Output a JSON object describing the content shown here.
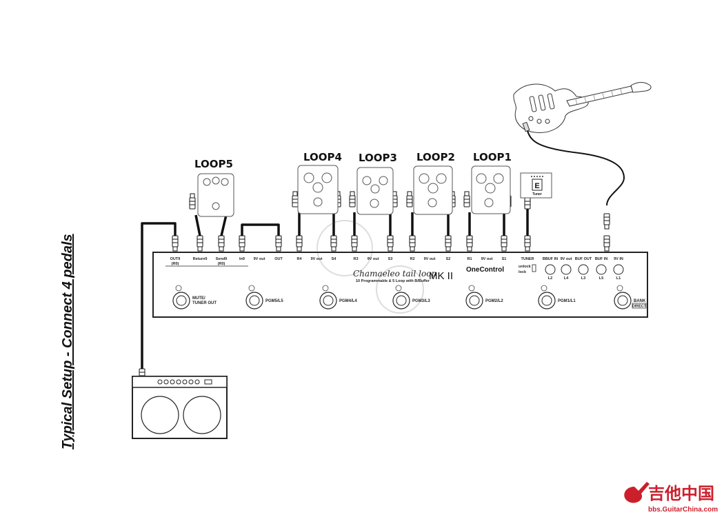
{
  "setup_title": "Typical Setup - Connect 4 pedals",
  "loops": [
    {
      "id": "loop5",
      "label": "LOOP5"
    },
    {
      "id": "loop4",
      "label": "LOOP4"
    },
    {
      "id": "loop3",
      "label": "LOOP3"
    },
    {
      "id": "loop2",
      "label": "LOOP2"
    },
    {
      "id": "loop1",
      "label": "LOOP1"
    }
  ],
  "tuner": {
    "display": "E",
    "label": "Tuner"
  },
  "switcher": {
    "brand_script": "Chamaeleo tail loop",
    "model": "MK II",
    "subtitle": "10 Programmable & 5 Loop with B/Buffer",
    "maker": "OneControl",
    "unlock_lock": [
      "unlock",
      "lock"
    ],
    "jacks": [
      {
        "l1": "OUT9",
        "l2": "(R0)"
      },
      {
        "l1": "Return9",
        "l2": ""
      },
      {
        "l1": "Send9",
        "l2": "(R0)"
      },
      {
        "l1": "In9",
        "l2": ""
      },
      {
        "l1": "9V out",
        "l2": ""
      },
      {
        "l1": "OUT",
        "l2": ""
      },
      {
        "l1": "R4",
        "l2": ""
      },
      {
        "l1": "9V out",
        "l2": ""
      },
      {
        "l1": "S4",
        "l2": ""
      },
      {
        "l1": "R3",
        "l2": ""
      },
      {
        "l1": "9V out",
        "l2": ""
      },
      {
        "l1": "S3",
        "l2": ""
      },
      {
        "l1": "R2",
        "l2": ""
      },
      {
        "l1": "9V out",
        "l2": ""
      },
      {
        "l1": "S2",
        "l2": ""
      },
      {
        "l1": "R1",
        "l2": ""
      },
      {
        "l1": "9V out",
        "l2": ""
      },
      {
        "l1": "S1",
        "l2": ""
      },
      {
        "l1": "TUNER",
        "l2": ""
      },
      {
        "l1": "BBUF IN",
        "l2": "L2"
      },
      {
        "l1": "9V out",
        "l2": "L4"
      },
      {
        "l1": "BUF OUT",
        "l2": "L3"
      },
      {
        "l1": "BUF IN",
        "l2": "L5"
      },
      {
        "l1": "9V IN",
        "l2": "L1"
      }
    ],
    "footswitches": [
      {
        "label": "MUTE/ TUNER OUT"
      },
      {
        "label": "PGM5/L5"
      },
      {
        "label": "PGM4/L4"
      },
      {
        "label": "PGM3/L3"
      },
      {
        "label": "PGM2/L2"
      },
      {
        "label": "PGM1/L1"
      },
      {
        "label": "BANK"
      }
    ],
    "bank_badge": "DIRECT"
  },
  "watermark": {
    "text": "吉他中国",
    "url": "bbs.GuitarChina.com"
  }
}
